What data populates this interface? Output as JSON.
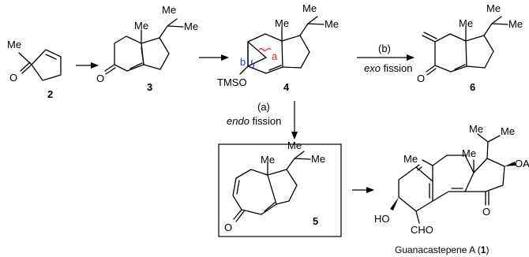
{
  "compounds": {
    "c2": {
      "number": "2",
      "me": "Me",
      "o": "O"
    },
    "c3": {
      "number": "3",
      "me": "Me",
      "iso_me1": "Me",
      "iso_me2": "Me",
      "o": "O"
    },
    "c4": {
      "number": "4",
      "me": "Me",
      "iso_me1": "Me",
      "iso_me2": "Me",
      "tmso": "TMSO",
      "bond_a": "a",
      "bond_b": "b"
    },
    "c5": {
      "number": "5",
      "me": "Me",
      "iso_me1": "Me",
      "iso_me2": "Me",
      "o": "O"
    },
    "c6": {
      "number": "6",
      "me": "Me",
      "iso_me1": "Me",
      "iso_me2": "Me",
      "o": "O"
    },
    "c1": {
      "name": "Guanacastepene A (",
      "number": "1",
      "name_end": ")",
      "me_a": "Me",
      "me_b": "Me",
      "iso_me1": "Me",
      "iso_me2": "Me",
      "oac": "OAc",
      "o": "O",
      "ho": "HO",
      "cho": "CHO"
    }
  },
  "paths": {
    "a": {
      "tag": "(a)",
      "label_em": "endo",
      "label_rest": " fission"
    },
    "b": {
      "tag": "(b)",
      "label_em": "exo",
      "label_rest": " fission"
    }
  },
  "colors": {
    "path_a": "#e0202a",
    "path_b": "#2a36d6",
    "ink": "#000000"
  }
}
